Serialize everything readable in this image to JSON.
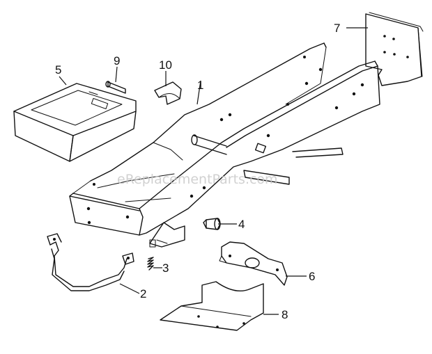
{
  "watermark": "eReplacementParts.com",
  "callouts": [
    {
      "id": "c1",
      "label": "1"
    },
    {
      "id": "c2",
      "label": "2"
    },
    {
      "id": "c3",
      "label": "3"
    },
    {
      "id": "c4",
      "label": "4"
    },
    {
      "id": "c5",
      "label": "5"
    },
    {
      "id": "c6",
      "label": "6"
    },
    {
      "id": "c7",
      "label": "7"
    },
    {
      "id": "c8",
      "label": "8"
    },
    {
      "id": "c9",
      "label": "9"
    },
    {
      "id": "c10",
      "label": "10"
    }
  ],
  "colors": {
    "line": "#111111",
    "watermark": "#c9c9c9",
    "background": "#ffffff"
  }
}
